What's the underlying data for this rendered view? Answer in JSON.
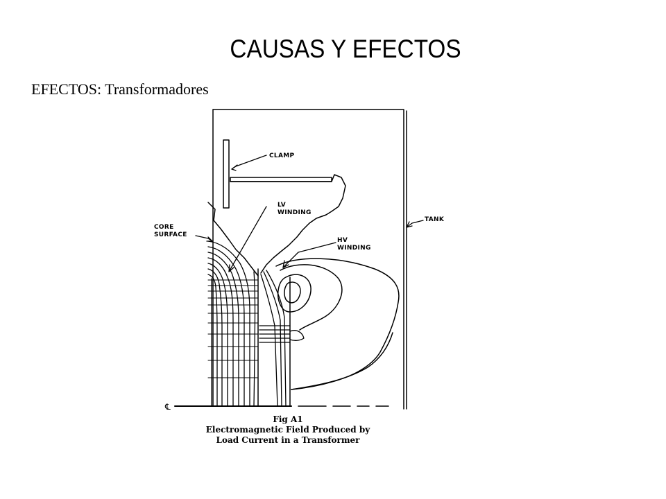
{
  "slide": {
    "title": "CAUSAS Y EFECTOS",
    "subtitle": "EFECTOS: Transformadores"
  },
  "figure": {
    "labels": {
      "clamp": "CLAMP",
      "lv_winding_1": "LV",
      "lv_winding_2": "WINDING",
      "core_surface_1": "CORE",
      "core_surface_2": "SURFACE",
      "hv_winding_1": "HV",
      "hv_winding_2": "WINDING",
      "tank": "TANK",
      "centerline": "℄"
    },
    "caption": {
      "fig_no": "Fig A1",
      "line1": "Electromagnetic Field Produced by",
      "line2": "Load Current in a Transformer"
    }
  }
}
